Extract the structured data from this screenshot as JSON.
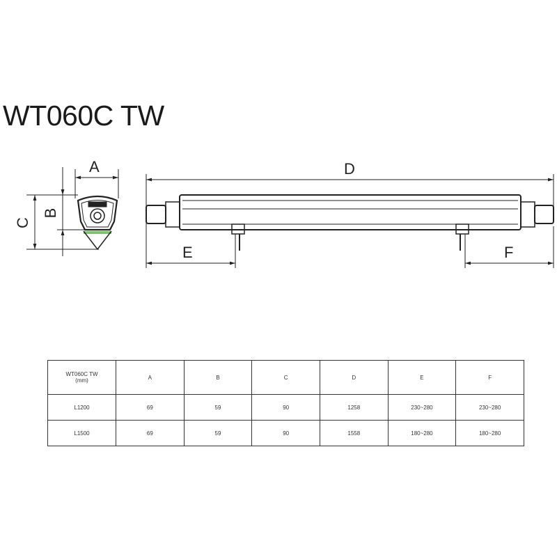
{
  "title": "WT060C TW",
  "dimension_labels": {
    "A": "A",
    "B": "B",
    "C": "C",
    "D": "D",
    "E": "E",
    "F": "F"
  },
  "table": {
    "header": [
      "WT060C TW\n(mm)",
      "A",
      "B",
      "C",
      "D",
      "E",
      "F"
    ],
    "header_line1": "WT060C TW",
    "header_line2": "(mm)",
    "rows": [
      [
        "L1200",
        "69",
        "59",
        "90",
        "1258",
        "230~280",
        "230~280"
      ],
      [
        "L1500",
        "69",
        "59",
        "90",
        "1558",
        "180~280",
        "180~280"
      ]
    ]
  },
  "colors": {
    "line": "#222222",
    "diffuser": "#7cc46a"
  }
}
